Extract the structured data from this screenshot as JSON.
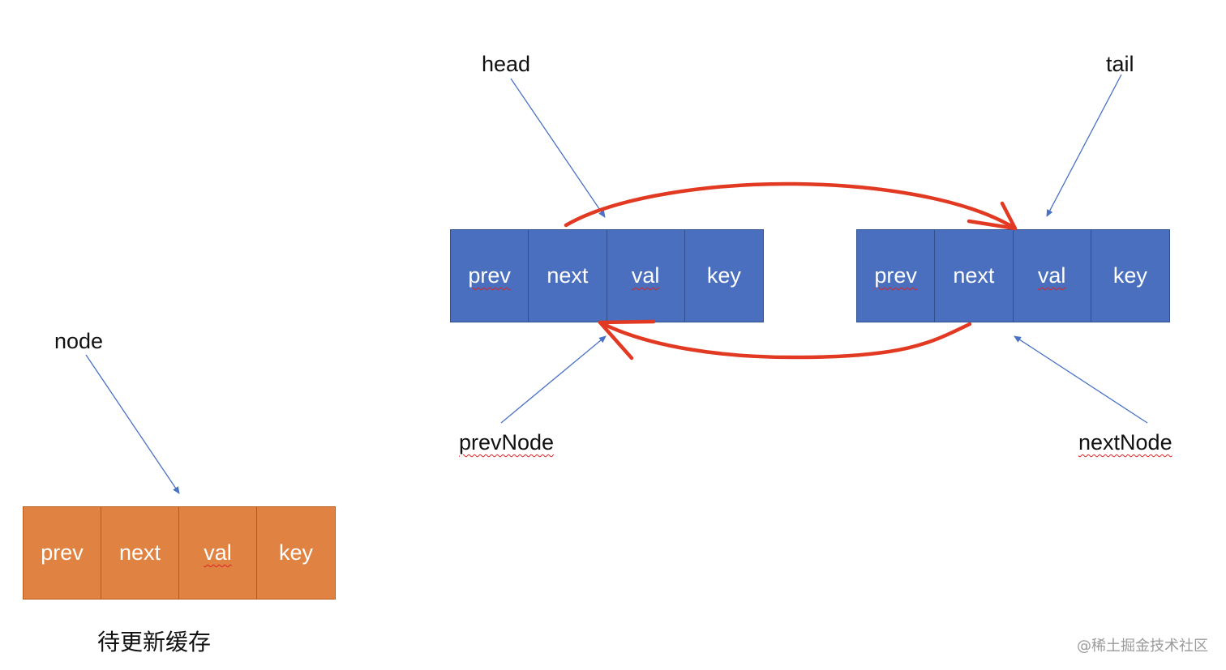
{
  "labels": {
    "head": "head",
    "tail": "tail",
    "node": "node",
    "prev_node": "prevNode",
    "next_node": "nextNode"
  },
  "prev_node_fields": [
    "prev",
    "next",
    "val",
    "key"
  ],
  "next_node_fields": [
    "prev",
    "next",
    "val",
    "key"
  ],
  "pending_node_fields": [
    "prev",
    "next",
    "val",
    "key"
  ],
  "pending_caption": "待更新缓存",
  "watermark": "@稀土掘金技术社区",
  "colors": {
    "blue_node": "#4a6fbe",
    "orange_node": "#df8242",
    "pointer_arrow": "#4a72c4",
    "link_arrow": "#e23a22"
  }
}
